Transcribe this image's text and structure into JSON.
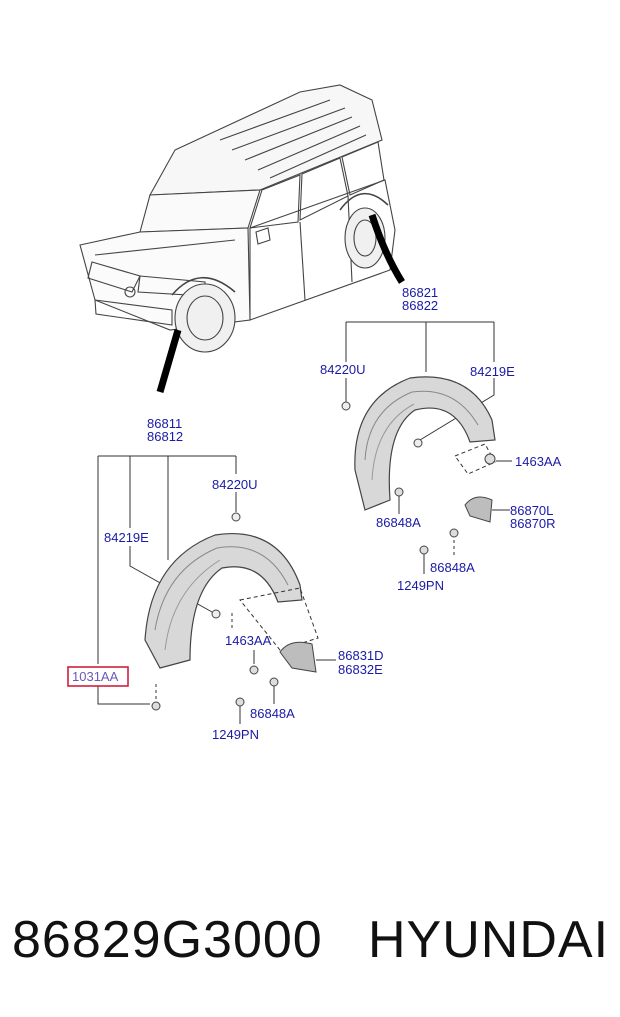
{
  "callouts": {
    "rear_group_top": "86821",
    "rear_group_bottom": "86822",
    "rear_84220U": "84220U",
    "rear_84219E": "84219E",
    "rear_1463AA": "1463AA",
    "rear_86848A_left": "86848A",
    "rear_86870L": "86870L",
    "rear_86870R": "86870R",
    "rear_86848A_lower": "86848A",
    "rear_1249PN": "1249PN",
    "front_group_top": "86811",
    "front_group_bottom": "86812",
    "front_84220U": "84220U",
    "front_84219E": "84219E",
    "front_1463AA": "1463AA",
    "front_86831D": "86831D",
    "front_86832E": "86832E",
    "front_86848A": "86848A",
    "front_1249PN": "1249PN",
    "highlighted_1031AA": "1031AA"
  },
  "footer": {
    "part_number": "86829G3000",
    "brand": "HYUNDAI"
  },
  "colors": {
    "label": "#1a1aa6",
    "highlight_box": "#d0203a",
    "line": "#222222"
  }
}
